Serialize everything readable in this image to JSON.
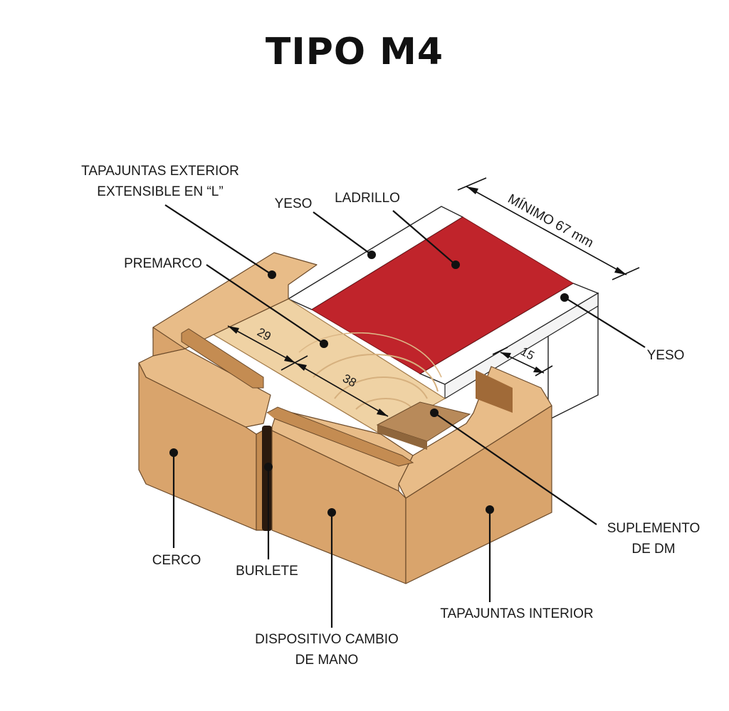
{
  "title": "TIPO M4",
  "labels": {
    "tapajuntas_exterior_1": "TAPAJUNTAS EXTERIOR",
    "tapajuntas_exterior_2": "EXTENSIBLE EN “L”",
    "yeso_top": "YESO",
    "ladrillo": "LADRILLO",
    "premarco": "PREMARCO",
    "yeso_right": "YESO",
    "suplemento_1": "SUPLEMENTO",
    "suplemento_2": "DE DM",
    "cerco": "CERCO",
    "burlete": "BURLETE",
    "dispositivo_1": "DISPOSITIVO CAMBIO",
    "dispositivo_2": "DE MANO",
    "tapajuntas_interior": "TAPAJUNTAS INTERIOR"
  },
  "dimensions": {
    "minimo": "MÍNIMO 67 mm",
    "d29": "29",
    "d38": "38",
    "d15": "15"
  },
  "colors": {
    "brick": "#c0242b",
    "wood_front": "#d9a46c",
    "wood_top": "#e8bc88",
    "wood_side": "#c48c52",
    "pine": "#efd2a4",
    "plaster": "#ffffff",
    "suplemento": "#b88a5a"
  }
}
